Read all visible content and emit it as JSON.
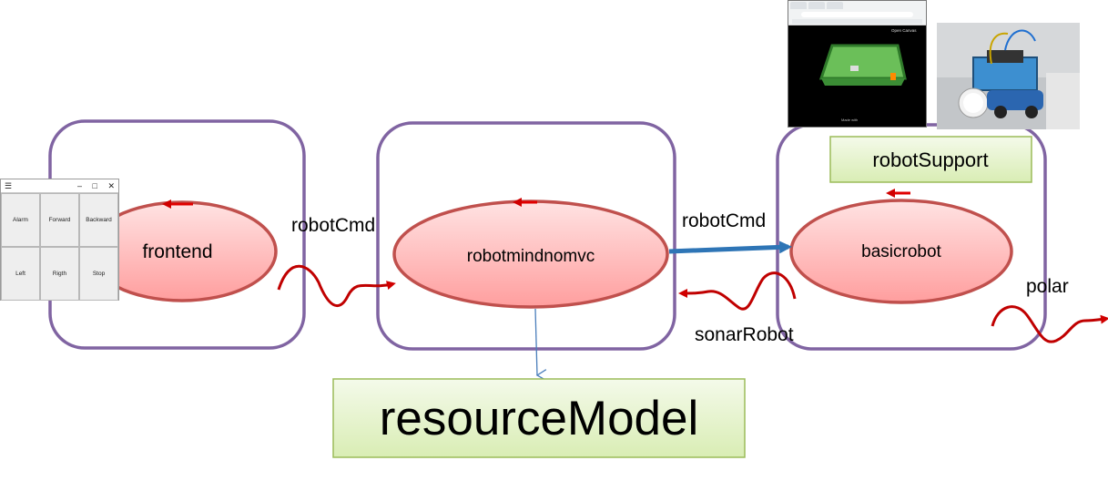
{
  "labels": {
    "frontend": "frontend",
    "robotmind": "robotmindnomvc",
    "basicrobot": "basicrobot",
    "robot_cmd_left": "robotCmd",
    "robot_cmd_right": "robotCmd",
    "sonar_robot": "sonarRobot",
    "polar": "polar",
    "resource_model": "resourceModel",
    "robot_support": "robotSupport"
  },
  "gui_window": {
    "buttons": [
      "Alarm",
      "Forward",
      "Backward",
      "Left",
      "Rigth",
      "Stop"
    ]
  },
  "browser_screenshot": {
    "page_title": "Open Canvas",
    "footer": "Made with"
  },
  "colors": {
    "context_border": "#8064a2",
    "actor_fill_top": "#ffd6d6",
    "actor_fill_bottom": "#ff9a9a",
    "actor_border": "#c0504d",
    "self_arrow": "#e00000",
    "wave": "#c00000",
    "cmd_arrow": "#2e75b6",
    "resource_arrow": "#4a7ebb",
    "green_box_fill": "#eaf5d4",
    "green_box_border": "#9bbb59"
  }
}
